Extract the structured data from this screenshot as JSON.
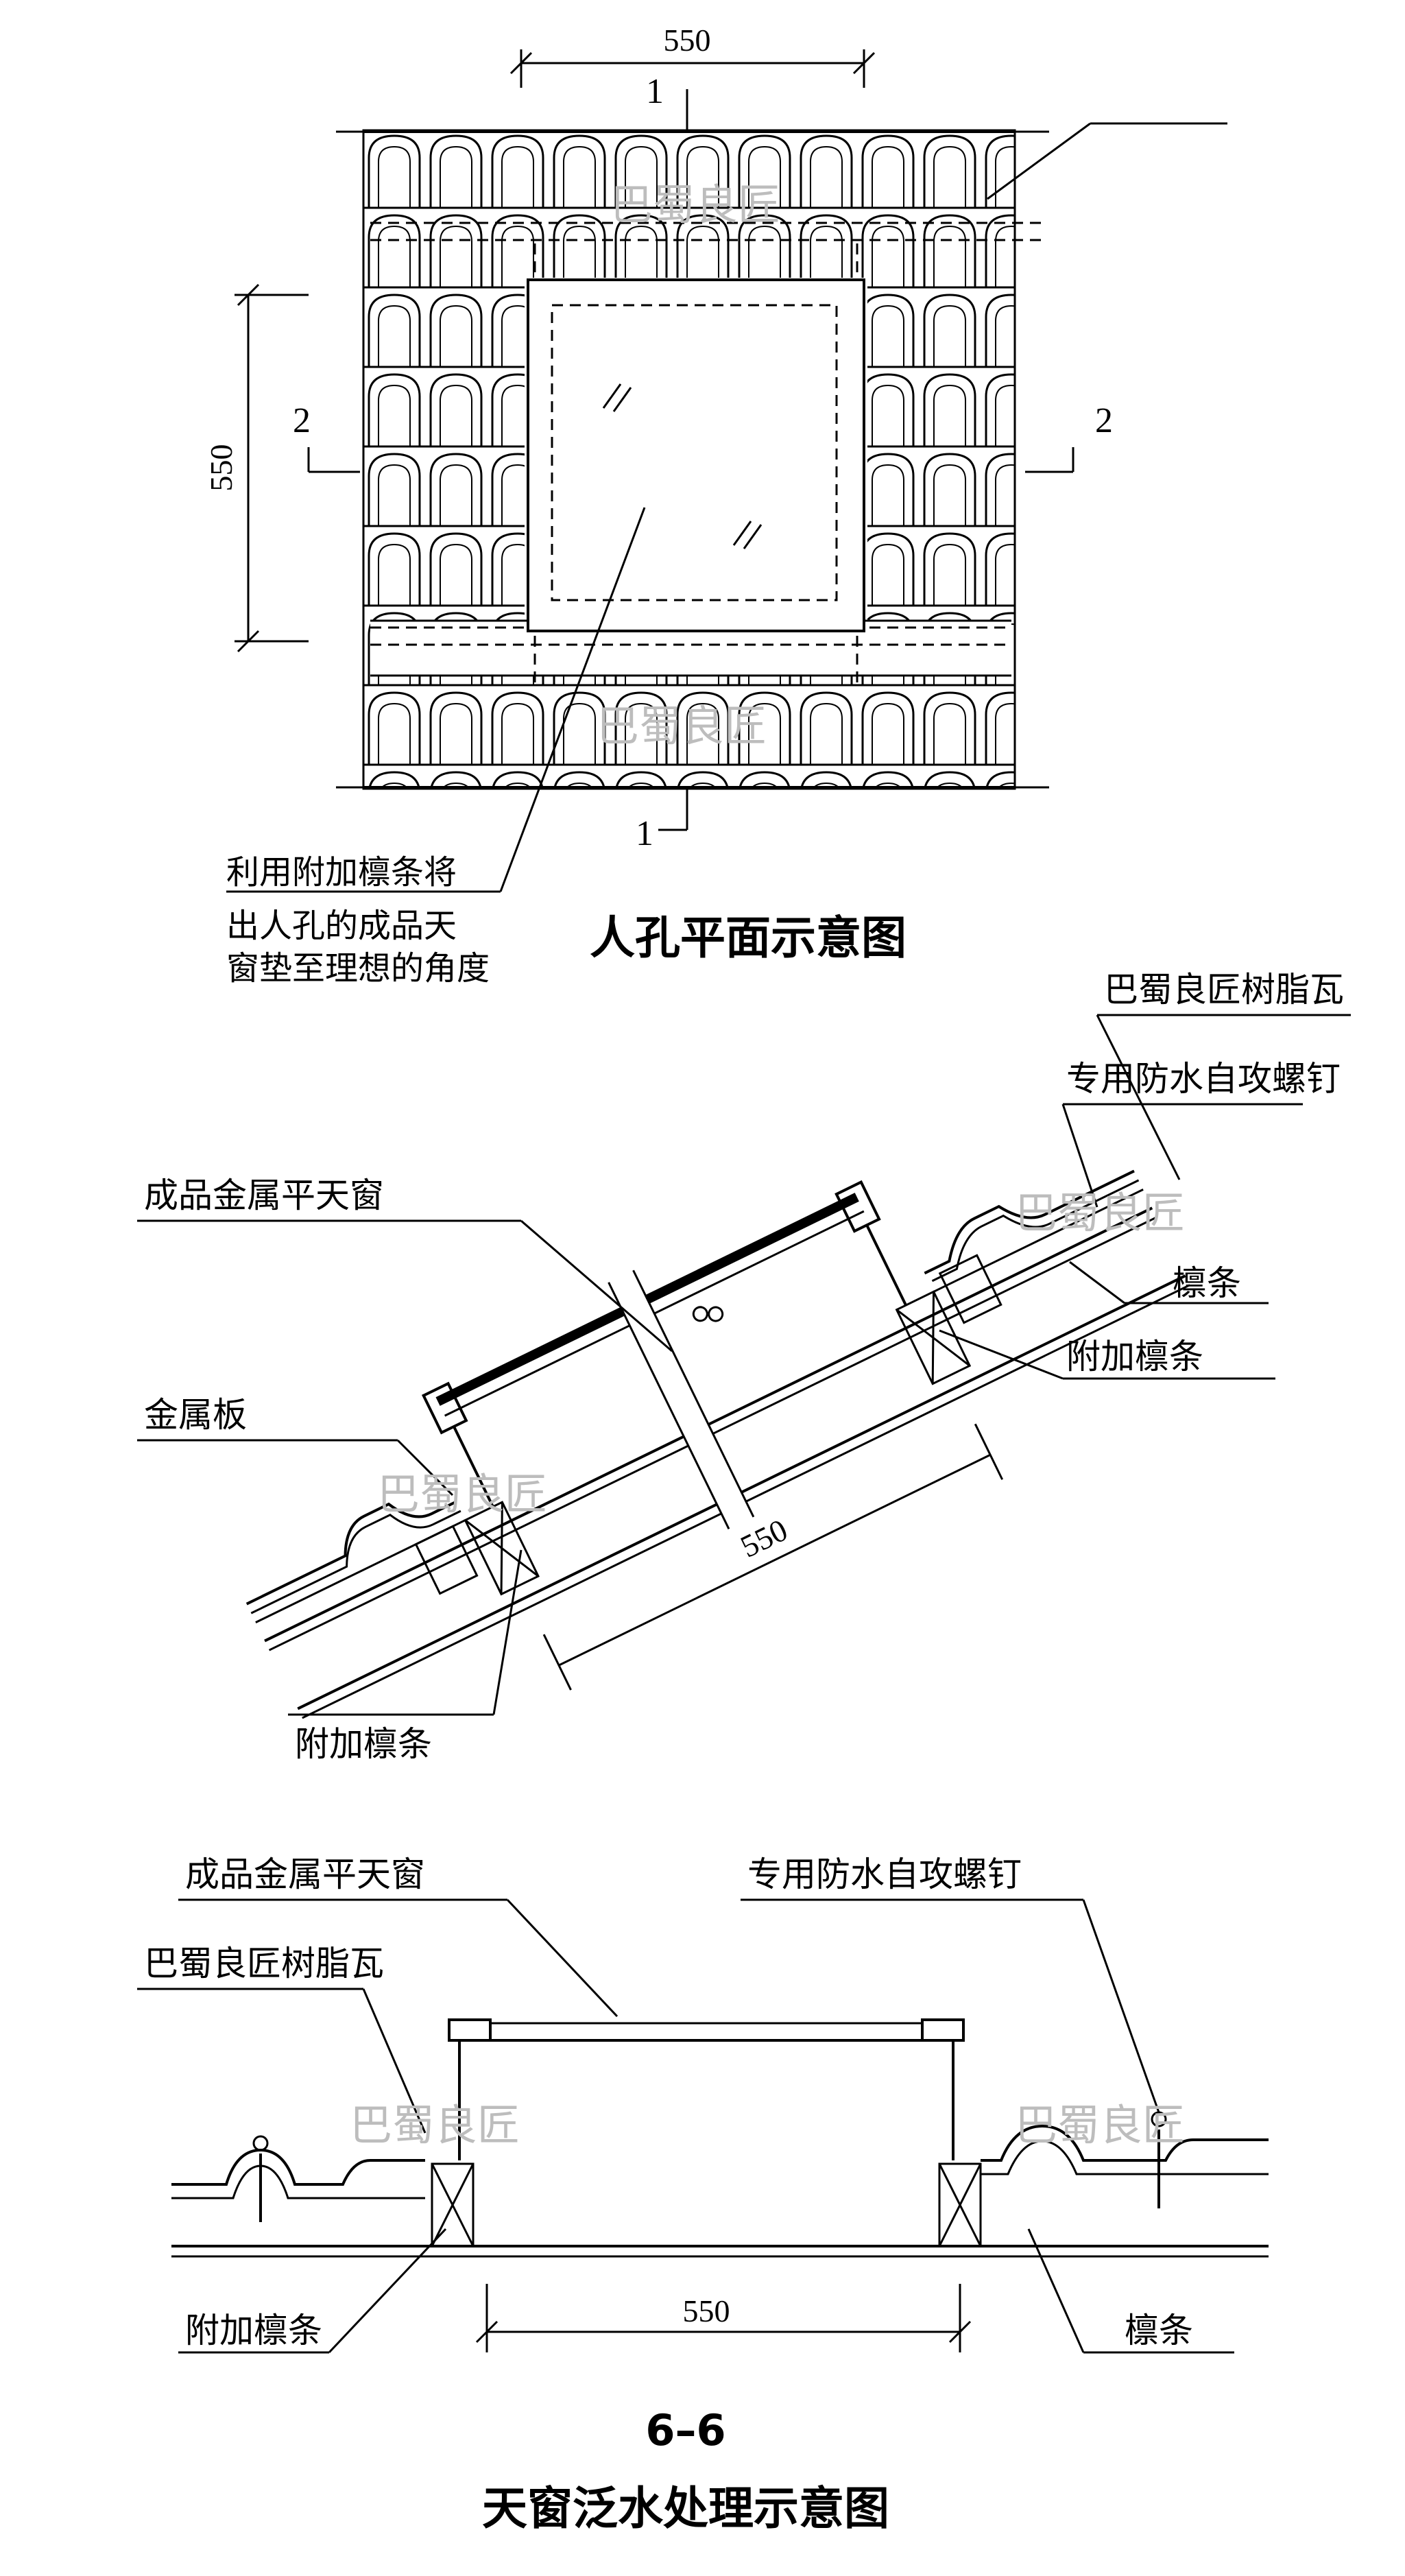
{
  "plan": {
    "title": "人孔平面示意图",
    "dim_top": "550",
    "dim_left": "550",
    "section_1_top": "1",
    "section_1_bottom": "1",
    "section_2_left": "2",
    "section_2_right": "2",
    "note_line1": "利用附加檩条将",
    "note_line2": "出人孔的成品天",
    "note_line3": "窗垫至理想的角度"
  },
  "section": {
    "label_resin_tile": "巴蜀良匠树脂瓦",
    "label_screw": "专用防水自攻螺钉",
    "label_skylight": "成品金属平天窗",
    "label_purlin": "檩条",
    "label_extra_purlin": "附加檩条",
    "label_metal_plate": "金属板",
    "label_extra_purlin_bottom": "附加檩条",
    "dim": "550"
  },
  "detail": {
    "label_skylight": "成品金属平天窗",
    "label_screw": "专用防水自攻螺钉",
    "label_resin_tile": "巴蜀良匠树脂瓦",
    "label_extra_purlin": "附加檩条",
    "label_purlin": "檩条",
    "dim": "550",
    "section_number": "6–6",
    "title": "天窗泛水处理示意图"
  },
  "watermarks": [
    "巴蜀良匠",
    "巴蜀良匠",
    "巴蜀良匠",
    "巴蜀良匠",
    "巴蜀良匠",
    "巴蜀良匠"
  ]
}
